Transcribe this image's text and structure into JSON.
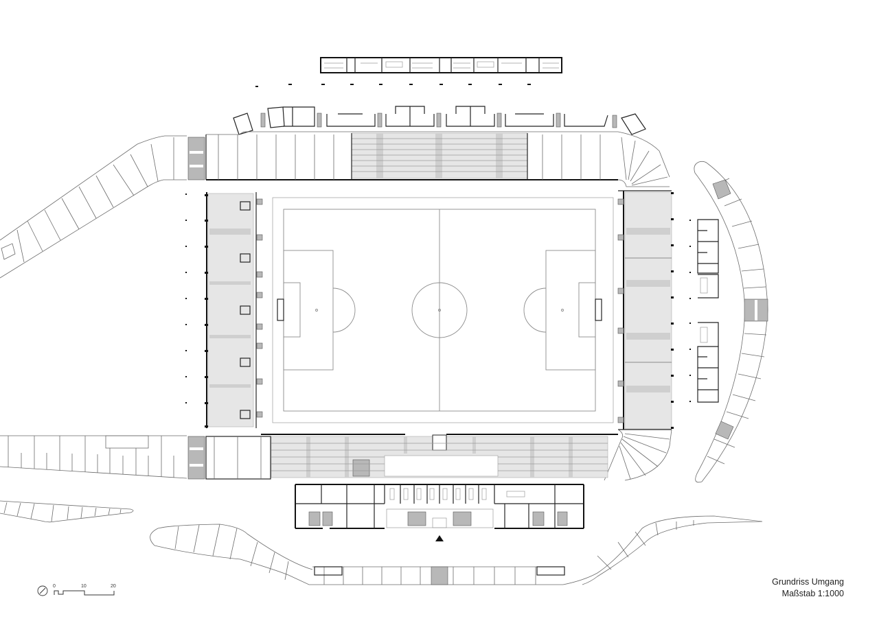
{
  "drawing": {
    "title": "Grundriss Umgang",
    "scale_label": "Maßstab 1:1000",
    "background": "#ffffff",
    "line_color": "#6a6a6a",
    "wall_color": "#111111",
    "seating_fill": "#e6e6e6",
    "stair_fill": "#b8b8b8"
  },
  "scale_bar": {
    "ticks": [
      "0",
      "10",
      "20"
    ],
    "north_arrow": "north-arrow-icon"
  },
  "entrance_marker": "entrance-triangle-icon",
  "elements": {
    "pitch": "football-pitch",
    "stands": [
      "north-stand",
      "south-main-stand",
      "west-stand",
      "east-stand"
    ],
    "buildings": [
      "north-pavilion",
      "kiosk-row",
      "main-building",
      "east-toilet-blocks"
    ],
    "ramps": [
      "northwest-ramp",
      "southwest-ramp",
      "south-promenade",
      "east-curved-ramp",
      "southwest-wedge"
    ]
  }
}
